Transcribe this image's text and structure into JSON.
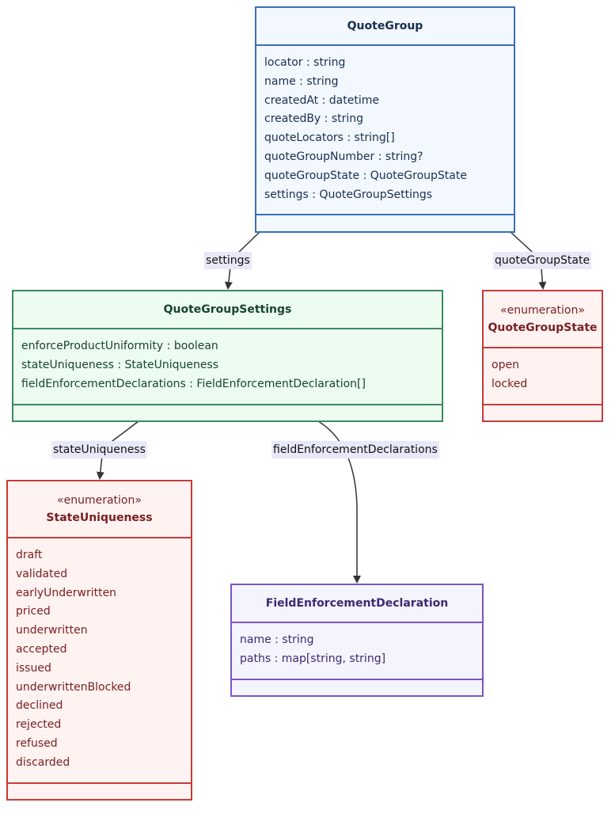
{
  "classes": {
    "quote_group": {
      "name": "QuoteGroup",
      "members": [
        "locator : string",
        "name : string",
        "createdAt : datetime",
        "createdBy : string",
        "quoteLocators : string[]",
        "quoteGroupNumber : string?",
        "quoteGroupState : QuoteGroupState",
        "settings : QuoteGroupSettings"
      ]
    },
    "quote_group_settings": {
      "name": "QuoteGroupSettings",
      "members": [
        "enforceProductUniformity : boolean",
        "stateUniqueness : StateUniqueness",
        "fieldEnforcementDeclarations : FieldEnforcementDeclaration[]"
      ]
    },
    "quote_group_state": {
      "stereotype": "«enumeration»",
      "name": "QuoteGroupState",
      "members": [
        "open",
        "locked"
      ]
    },
    "state_uniqueness": {
      "stereotype": "«enumeration»",
      "name": "StateUniqueness",
      "members": [
        "draft",
        "validated",
        "earlyUnderwritten",
        "priced",
        "underwritten",
        "accepted",
        "issued",
        "underwrittenBlocked",
        "declined",
        "rejected",
        "refused",
        "discarded"
      ]
    },
    "field_enforcement_declaration": {
      "name": "FieldEnforcementDeclaration",
      "members": [
        "name : string",
        "paths : map[string, string]"
      ]
    }
  },
  "edges": {
    "settings": "settings",
    "quote_group_state": "quoteGroupState",
    "state_uniqueness": "stateUniqueness",
    "field_enforcement_declarations": "fieldEnforcementDeclarations"
  },
  "colors": {
    "edge": "#333333",
    "label_bg": "#e8e8f8"
  }
}
